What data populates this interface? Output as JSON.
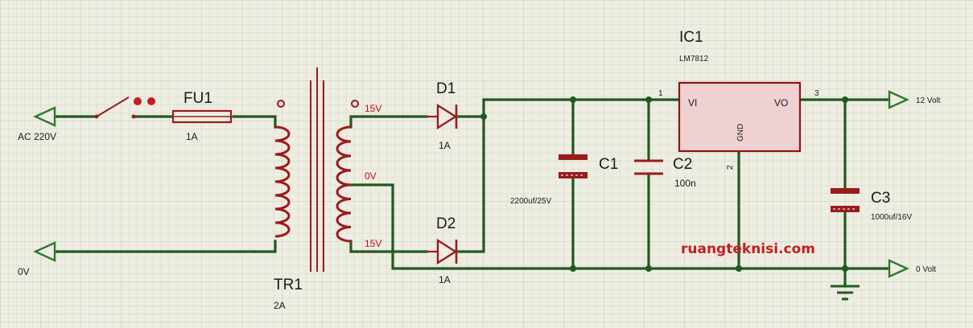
{
  "components": {
    "fuse": {
      "ref": "FU1",
      "value": "1A"
    },
    "transformer": {
      "ref": "TR1",
      "value": "2A",
      "tap_top": "15V",
      "tap_center": "0V",
      "tap_bottom": "15V"
    },
    "diode1": {
      "ref": "D1",
      "value": "1A"
    },
    "diode2": {
      "ref": "D2",
      "value": "1A"
    },
    "cap1": {
      "ref": "C1",
      "value": "2200uf/25V"
    },
    "cap2": {
      "ref": "C2",
      "value": "100n"
    },
    "cap3": {
      "ref": "C3",
      "value": "1000uf/16V"
    },
    "regulator": {
      "ref": "IC1",
      "part": "LM7812",
      "pin_vi": "VI",
      "pin_vo": "VO",
      "pin_gnd": "GND",
      "pin1": "1",
      "pin2": "2",
      "pin3": "3"
    }
  },
  "terminals": {
    "ac_in": "AC 220V",
    "zero_in": "0V",
    "out_12": "12 Volt",
    "out_0": "0 Volt"
  },
  "watermark": "ruangteknisi.com",
  "colors": {
    "background": "#eeede2",
    "grid": "#d3d3c6",
    "wire": "#1f5a1f",
    "component": "#9a1b1b",
    "ic_fill": "#efd1d1",
    "watermark": "#c41e1e"
  }
}
